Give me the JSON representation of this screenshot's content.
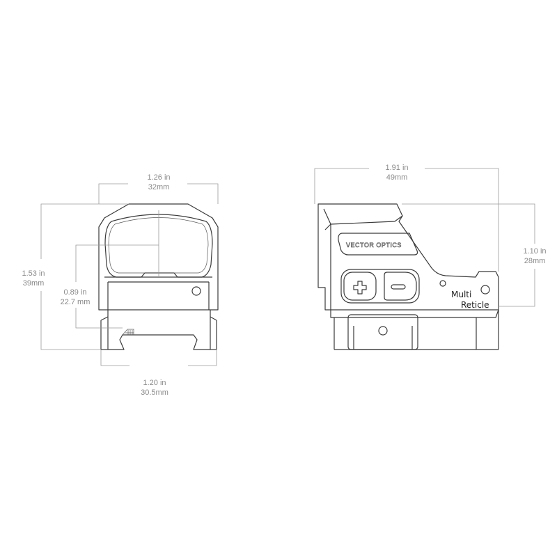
{
  "front_view": {
    "width_top": {
      "in": "1.26 in",
      "mm": "32mm"
    },
    "height_total": {
      "in": "1.53 in",
      "mm": "39mm"
    },
    "optical_axis_height": {
      "in": "0.89 in",
      "mm": "22.7 mm"
    },
    "width_base": {
      "in": "1.20 in",
      "mm": "30.5mm"
    }
  },
  "side_view": {
    "length": {
      "in": "1.91 in",
      "mm": "49mm"
    },
    "height_body": {
      "in": "1.10 in",
      "mm": "28mm"
    },
    "brand_logo": "VECTOR OPTICS",
    "button_labels": {
      "plus": "+",
      "minus": "−"
    },
    "marking_line1": "Multi",
    "marking_line2": "Reticle"
  }
}
